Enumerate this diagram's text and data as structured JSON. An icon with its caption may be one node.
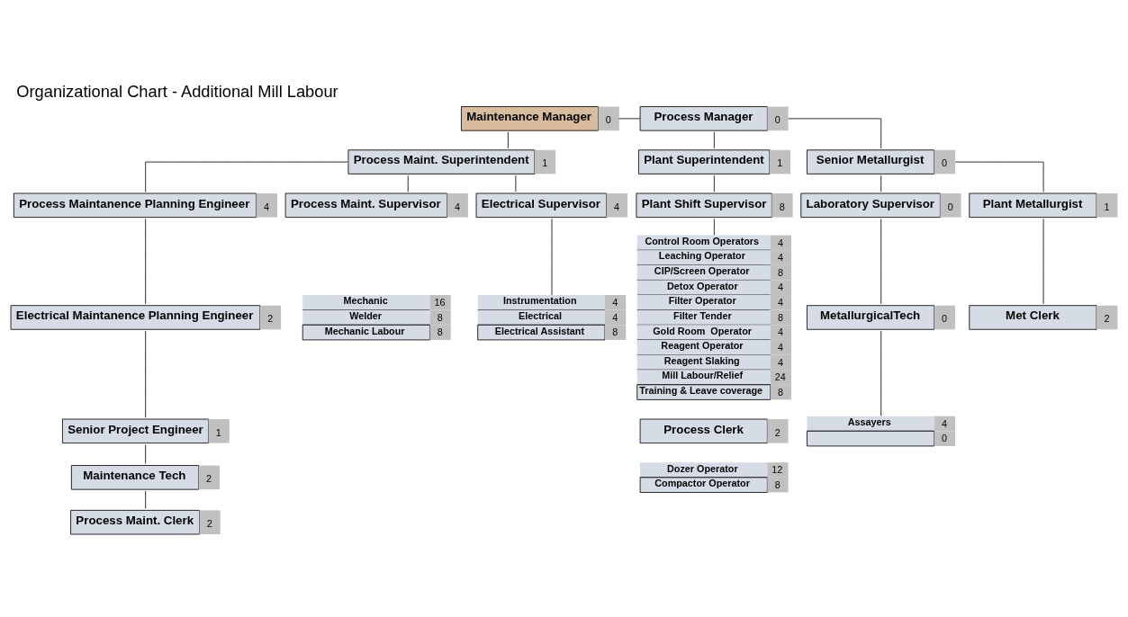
{
  "diagram": {
    "title": "Organizational Chart - Additional Mill Labour",
    "nodes": [
      {
        "text": [
          "Maintenance Manager",
          "0"
        ]
      },
      {
        "text": [
          "Process Manager",
          "0"
        ]
      },
      {
        "text": [
          "Process Maint. Superintendent",
          "1"
        ]
      },
      {
        "text": [
          "Plant Superintendent",
          "1"
        ]
      },
      {
        "text": [
          "Senior Metallurgist",
          "0"
        ]
      },
      {
        "text": [
          "Process Maintanence Planning Engineer",
          "4"
        ]
      },
      {
        "text": [
          "Plant Shift Supervisor",
          "8"
        ]
      },
      {
        "text": [
          "Laboratory Supervisor",
          "0"
        ]
      },
      {
        "text": [
          "Process Maint. Supervisor",
          "4"
        ]
      },
      {
        "text": [
          "Electrical Supervisor",
          "4"
        ]
      },
      {
        "text": [
          "Electrical Maintanence Planning Engineer",
          "2"
        ]
      },
      {
        "text": [
          "Control Room Operators",
          "4",
          "Leaching Operator",
          "4",
          "CIP/Screen Operator",
          "8",
          "Detox Operator",
          "4",
          "Filter Operator",
          "4",
          "Filter Tender",
          "8",
          "Gold Room  Operator",
          "4",
          "Reagent Operator",
          "4",
          "Reagent Slaking",
          "4",
          "Mill Labour/Relief",
          "24",
          "Training & Leave coverage",
          "8"
        ]
      },
      {
        "text": [
          "MetallurgicalTech",
          "0"
        ]
      },
      {
        "text": [
          "Mechanic",
          "16",
          "Welder",
          "8",
          "Mechanic Labour",
          "8"
        ]
      },
      {
        "text": [
          "Instrumentation",
          "4",
          "Electrical",
          "4",
          "Electrical Assistant",
          "8"
        ]
      },
      {
        "text": [
          "Senior Project Engineer",
          "1"
        ]
      },
      {
        "text": [
          "Assayers",
          "4",
          "0"
        ]
      },
      {
        "text": [
          "Maintenance Tech",
          "2"
        ]
      },
      {
        "text": [
          "Plant Metallurgist",
          "1"
        ]
      },
      {
        "text": [
          "Process Maint. Clerk",
          "2"
        ]
      },
      {
        "text": [
          "Met Clerk",
          "2"
        ]
      },
      {
        "text": [
          "Process Clerk",
          "2"
        ]
      },
      {
        "text": [
          "Dozer Operator",
          "12",
          "Compactor Operator",
          "8"
        ]
      }
    ],
    "edges": [
      {
        "from": 0,
        "to": 1,
        "arrow": "none"
      },
      {
        "from": 0,
        "to": 2,
        "arrow": "none"
      },
      {
        "from": 1,
        "to": 3,
        "arrow": "none"
      },
      {
        "from": 1,
        "to": 4,
        "arrow": "none"
      },
      {
        "from": 2,
        "to": 8,
        "arrow": "none"
      },
      {
        "from": 2,
        "to": 9,
        "arrow": "none"
      },
      {
        "from": 2,
        "to": 5,
        "arrow": "none"
      },
      {
        "from": 5,
        "to": 10,
        "arrow": "none"
      },
      {
        "from": 10,
        "to": 15,
        "arrow": "none"
      },
      {
        "from": 15,
        "to": 17,
        "arrow": "none"
      },
      {
        "from": 17,
        "to": 19,
        "arrow": "none"
      },
      {
        "from": 9,
        "to": 14,
        "arrow": "none"
      },
      {
        "from": 3,
        "to": 6,
        "arrow": "none"
      },
      {
        "from": 6,
        "to": 11,
        "arrow": "none"
      },
      {
        "from": 4,
        "to": 7,
        "arrow": "none"
      },
      {
        "from": 4,
        "to": 18,
        "arrow": "none"
      },
      {
        "from": 7,
        "to": 12,
        "arrow": "none"
      },
      {
        "from": 12,
        "to": 16,
        "arrow": "none"
      },
      {
        "from": 18,
        "to": 20,
        "arrow": "none"
      }
    ]
  }
}
